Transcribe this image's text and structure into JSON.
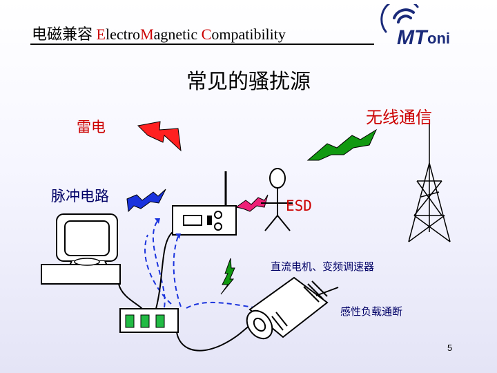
{
  "header": {
    "title_prefix": "电磁兼容 ",
    "e_initial": "E",
    "e_rest": "lectro",
    "m_initial": "M",
    "m_rest": "agnetic ",
    "c_initial": "C",
    "c_rest": "ompatibility"
  },
  "logo": {
    "text_mt": "MT",
    "text_oni": "oni"
  },
  "slide": {
    "title": "常见的骚扰源",
    "page_number": "5"
  },
  "labels": {
    "lightning": "雷电",
    "wireless": "无线通信",
    "pulse_circuit": "脉冲电路",
    "esd": "ESD",
    "dc_motor": "直流电机、变频调速器",
    "inductive_load": "感性负载通断"
  },
  "colors": {
    "red": "#cc0000",
    "navy": "#000066",
    "lightning_red": "#ff2020",
    "wireless_green": "#119911",
    "pulse_blue": "#1a33dd",
    "esd_magenta": "#ee2277",
    "logo_blue": "#1a2a7a"
  }
}
